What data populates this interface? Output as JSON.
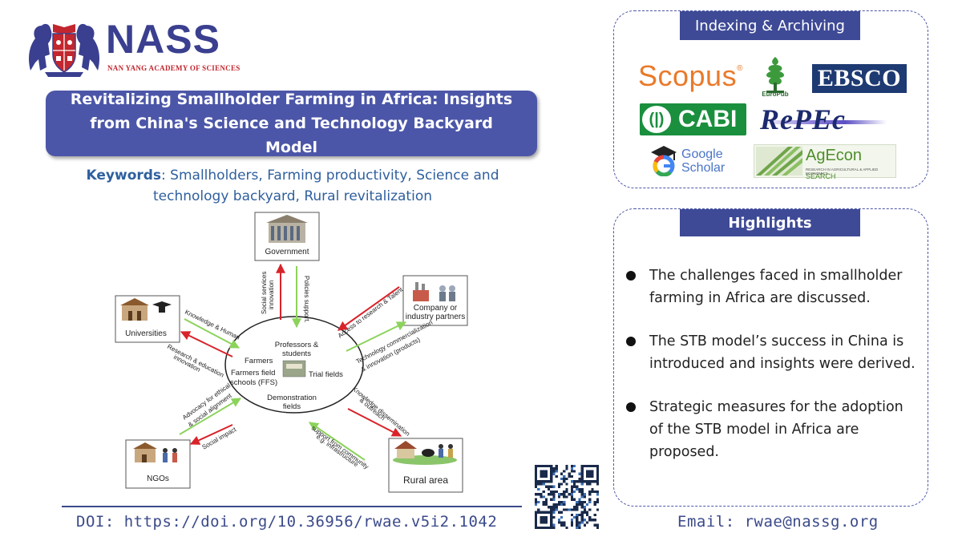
{
  "logo": {
    "wordmark": "NASS",
    "subtitle": "NAN YANG ACADEMY OF SCIENCES",
    "crest_colors": {
      "lion": "#3a3f8f",
      "shield": "#c2262e"
    }
  },
  "title": "Revitalizing Smallholder Farming in Africa: Insights from China's Science and Technology Backyard Model",
  "keywords": {
    "label": "Keywords",
    "text": ": Smallholders, Farming productivity, Science and technology backyard, Rural revitalization"
  },
  "diagram": {
    "nodes": {
      "government": "Government",
      "company": "Company or industry partners",
      "company_line1": "Company or",
      "company_line2": "industry partners",
      "universities": "Universities",
      "ngos": "NGOs",
      "rural": "Rural area"
    },
    "center": {
      "professors_line1": "Professors &",
      "professors_line2": "students",
      "farmers": "Farmers",
      "ffs_line1": "Farmers field",
      "ffs_line2": "schools (FFS)",
      "trial": "Trial fields",
      "demo_line1": "Demonstration",
      "demo_line2": "fields"
    },
    "edges": {
      "social_services_1": "Social services",
      "social_services_2": "innovation",
      "policies": "Policies support.",
      "access": "Access to research & Talent",
      "tech_1": "Technology commercialization",
      "tech_2": "& innovation (products)",
      "knowledge_human": "Knowledge & Human",
      "research_1": "Research & education",
      "research_2": "innovation",
      "knowledge_diss_1": "Knowledge dissemination",
      "knowledge_diss_2": "& outreach",
      "advocacy_1": "Advocacy for ethical",
      "advocacy_2": "& social alignment",
      "social_impact": "Social impact",
      "support_1": "support from community",
      "support_2": "e.g. infrastructure"
    },
    "arrow_colors": {
      "red": "#d8232a",
      "green": "#8cd35c"
    }
  },
  "doi": "DOI: https://doi.org/10.36956/rwae.v5i2.1042",
  "email": "Email: rwae@nassg.org",
  "indexing": {
    "header": "Indexing & Archiving",
    "scopus": "Scopus",
    "scopus_reg": "®",
    "europub": "EuroPub",
    "ebsco": "EBSCO",
    "cabi": "CABI",
    "repec": "RePEc",
    "google_line1": "Google",
    "google_line2": "Scholar",
    "agecon": "AgEcon",
    "agecon_search": "SEARCH",
    "agecon_sub": "RESEARCH IN AGRICULTURAL & APPLIED ECONOMICS"
  },
  "highlights": {
    "header": "Highlights",
    "items": [
      "The challenges faced in smallholder farming in Africa are discussed.",
      "The STB model’s success in China is introduced and insights were derived.",
      "Strategic measures for the adoption of the STB model in Africa are proposed."
    ]
  }
}
